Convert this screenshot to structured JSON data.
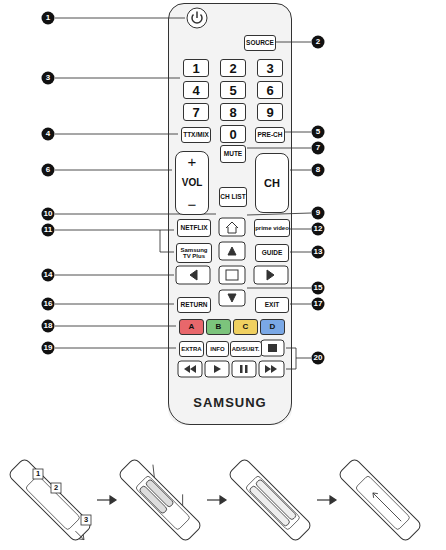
{
  "diagram": {
    "nodes": [
      {
        "text": [
          "SAMSUNG"
        ]
      },
      {
        "text": [
          "SOURCE"
        ],
        "in": 0
      },
      {
        "text": [
          "1"
        ],
        "in": 0
      },
      {
        "text": [
          "2"
        ],
        "in": 0
      },
      {
        "text": [
          "3"
        ],
        "in": 0
      },
      {
        "text": [
          "4"
        ],
        "in": 0
      },
      {
        "text": [
          "5"
        ],
        "in": 0
      },
      {
        "text": [
          "6"
        ],
        "in": 0
      },
      {
        "text": [
          "7"
        ],
        "in": 0
      },
      {
        "text": [
          "8"
        ],
        "in": 0
      },
      {
        "text": [
          "9"
        ],
        "in": 0
      },
      {
        "text": [
          "TTX/MIX"
        ],
        "in": 0
      },
      {
        "text": [
          "0"
        ],
        "in": 0
      },
      {
        "text": [
          "PRE-CH"
        ],
        "in": 0
      },
      {
        "text": [
          "+",
          "VOL",
          "−"
        ],
        "in": 0
      },
      {
        "text": [
          "MUTE"
        ],
        "in": 0
      },
      {
        "text": [
          "CH"
        ],
        "in": 0
      },
      {
        "text": [
          "CH LIST"
        ],
        "in": 0
      },
      {
        "text": [
          "NETFLIX"
        ],
        "in": 0
      },
      {
        "text": [
          "prime video"
        ],
        "in": 0
      },
      {
        "text": [
          "Samsung TV Plus"
        ],
        "in": 0
      },
      {
        "text": [
          "GUIDE"
        ],
        "in": 0
      },
      {
        "text": [
          "RETURN"
        ],
        "in": 0
      },
      {
        "text": [
          "EXIT"
        ],
        "in": 0
      },
      {
        "text": [
          "A"
        ],
        "in": 0
      },
      {
        "text": [
          "B"
        ],
        "in": 0
      },
      {
        "text": [
          "C"
        ],
        "in": 0
      },
      {
        "text": [
          "D"
        ],
        "in": 0
      },
      {
        "text": [
          "EXTRA"
        ],
        "in": 0
      },
      {
        "text": [
          "INFO"
        ],
        "in": 0
      },
      {
        "text": [
          "AD/SUBT."
        ],
        "in": 0
      }
    ],
    "labels": [
      "1",
      "2",
      "3",
      "4",
      "5",
      "6",
      "7",
      "8",
      "9",
      "10",
      "11",
      "12",
      "13",
      "14",
      "15",
      "16",
      "17",
      "18",
      "19",
      "20",
      "1",
      "2",
      "3"
    ]
  }
}
